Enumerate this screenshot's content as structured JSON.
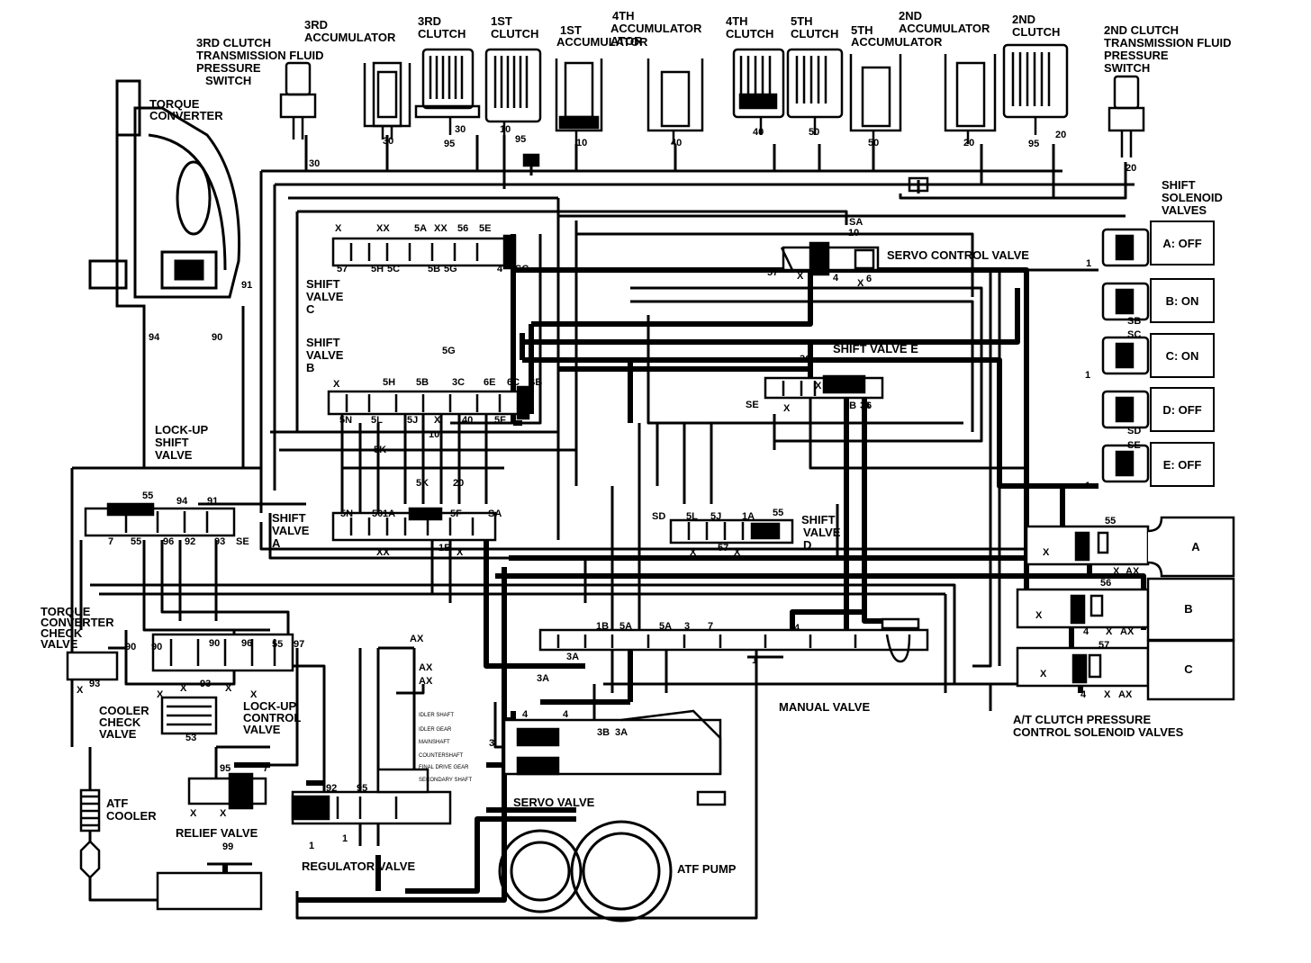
{
  "components": {
    "clutch_3rd_pressure_switch": "3RD CLUTCH TRANSMISSION FLUID PRESSURE SWITCH",
    "accumulator_3rd": "3RD ACCUMULATOR",
    "clutch_3rd": "3RD CLUTCH",
    "clutch_1st": "1ST CLUTCH",
    "accumulator_1st": "1ST ACCUMULATOR",
    "accumulator_4th": "4TH ACCUMULATOR",
    "clutch_4th": "4TH CLUTCH",
    "clutch_5th": "5TH CLUTCH",
    "accumulator_5th": "5TH ACCUMULATOR",
    "accumulator_2nd": "2ND ACCUMULATOR",
    "clutch_2nd": "2ND CLUTCH",
    "clutch_2nd_pressure_switch": "2ND CLUTCH TRANSMISSION FLUID PRESSURE SWITCH",
    "torque_converter": "TORQUE CONVERTER",
    "shift_solenoid_valves": "SHIFT SOLENOID VALVES",
    "servo_control_valve": "SERVO CONTROL VALVE",
    "shift_valve_c": "SHIFT VALVE C",
    "shift_valve_b": "SHIFT VALVE B",
    "shift_valve_e": "SHIFT VALVE E",
    "lockup_shift_valve": "LOCK-UP SHIFT VALVE",
    "shift_valve_a": "SHIFT VALVE A",
    "shift_valve_d": "SHIFT VALVE D",
    "tc_check_valve": "TORQUE CONVERTER CHECK VALVE",
    "cooler_check_valve": "COOLER CHECK VALVE",
    "lockup_control_valve": "LOCK-UP CONTROL VALVE",
    "manual_valve": "MANUAL VALVE",
    "atc_pressure_solenoids": "A/T CLUTCH PRESSURE CONTROL SOLENOID VALVES",
    "atf_cooler": "ATF COOLER",
    "relief_valve": "RELIEF VALVE",
    "servo_valve": "SERVO VALVE",
    "regulator_valve": "REGULATOR VALVE",
    "atf_pump": "ATF PUMP"
  },
  "solenoids": [
    {
      "label": "A: OFF"
    },
    {
      "label": "B: ON"
    },
    {
      "label": "C: ON"
    },
    {
      "label": "D: OFF"
    },
    {
      "label": "E: OFF"
    }
  ],
  "pressure_solenoids": [
    {
      "label": "A"
    },
    {
      "label": "B"
    },
    {
      "label": "C"
    }
  ],
  "shaft_labels": [
    "IDLER SHAFT",
    "IDLER GEAR",
    "MAINSHAFT",
    "COUNTERSHAFT",
    "FINAL DRIVE GEAR",
    "SECONDARY SHAFT"
  ],
  "port_labels": [
    "30",
    "30",
    "95",
    "30",
    "10",
    "95",
    "10",
    "40",
    "40",
    "50",
    "50",
    "20",
    "95",
    "20",
    "20",
    "91",
    "94",
    "90",
    "X",
    "XX",
    "5A",
    "XX",
    "56",
    "5E",
    "57",
    "5H",
    "5C",
    "5B",
    "5G",
    "4",
    "SC",
    "57",
    "10",
    "X",
    "SA",
    "4",
    "X",
    "6",
    "5G",
    "X",
    "5H",
    "5B",
    "3C",
    "6E",
    "6C",
    "SB",
    "5N",
    "5L",
    "5J",
    "X",
    "40",
    "5F",
    "10",
    "5K",
    "3C",
    "X",
    "SE",
    "X",
    "3B",
    "3",
    "6",
    "4",
    "55",
    "94",
    "91",
    "55",
    "96",
    "92",
    "93",
    "SE",
    "7",
    "5K",
    "20",
    "5N",
    "50",
    "1A",
    "55",
    "5F",
    "SA",
    "XX",
    "1B",
    "X",
    "SD",
    "5L",
    "5J",
    "1A",
    "55",
    "57",
    "X",
    "X",
    "1",
    "SB",
    "SC",
    "1",
    "SD",
    "SE",
    "1",
    "55",
    "X",
    "1",
    "X",
    "AX",
    "56",
    "X",
    "4",
    "X",
    "AX",
    "57",
    "X",
    "4",
    "X",
    "AX",
    "1B",
    "5A",
    "5A",
    "3",
    "7",
    "4",
    "1",
    "3A",
    "3A",
    "4",
    "4",
    "3",
    "3B",
    "3A",
    "90",
    "90",
    "90",
    "96",
    "55",
    "97",
    "93",
    "93",
    "X",
    "X",
    "53",
    "X",
    "X",
    "X",
    "X",
    "X",
    "95",
    "7",
    "92",
    "95",
    "1",
    "1",
    "99",
    "AX",
    "AX",
    "AX"
  ]
}
